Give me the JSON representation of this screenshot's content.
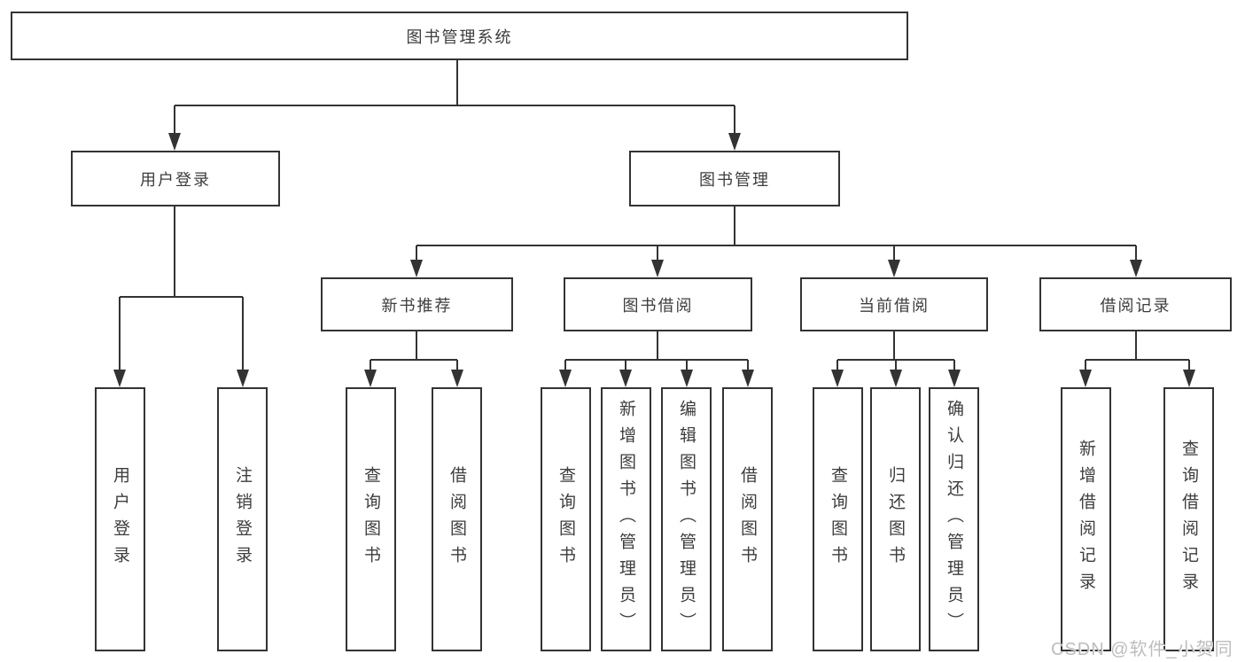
{
  "tree": {
    "label": "图书管理系统",
    "children": [
      {
        "label": "用户登录",
        "children": [
          {
            "label": "用户登录"
          },
          {
            "label": "注销登录"
          }
        ]
      },
      {
        "label": "图书管理",
        "children": [
          {
            "label": "新书推荐",
            "children": [
              {
                "label": "查询图书"
              },
              {
                "label": "借阅图书"
              }
            ]
          },
          {
            "label": "图书借阅",
            "children": [
              {
                "label": "查询图书"
              },
              {
                "label": "新增图书（管理员）"
              },
              {
                "label": "编辑图书（管理员）"
              },
              {
                "label": "借阅图书"
              }
            ]
          },
          {
            "label": "当前借阅",
            "children": [
              {
                "label": "查询图书"
              },
              {
                "label": "归还图书"
              },
              {
                "label": "确认归还（管理员）"
              }
            ]
          },
          {
            "label": "借阅记录",
            "children": [
              {
                "label": "新增借阅记录"
              },
              {
                "label": "查询借阅记录"
              }
            ]
          }
        ]
      }
    ]
  },
  "watermark": "CSDN @软件_小贺同学",
  "colors": {
    "line": "#333333",
    "text": "#3d3d3d",
    "watermark": "#bdbdbd",
    "background": "#ffffff"
  }
}
